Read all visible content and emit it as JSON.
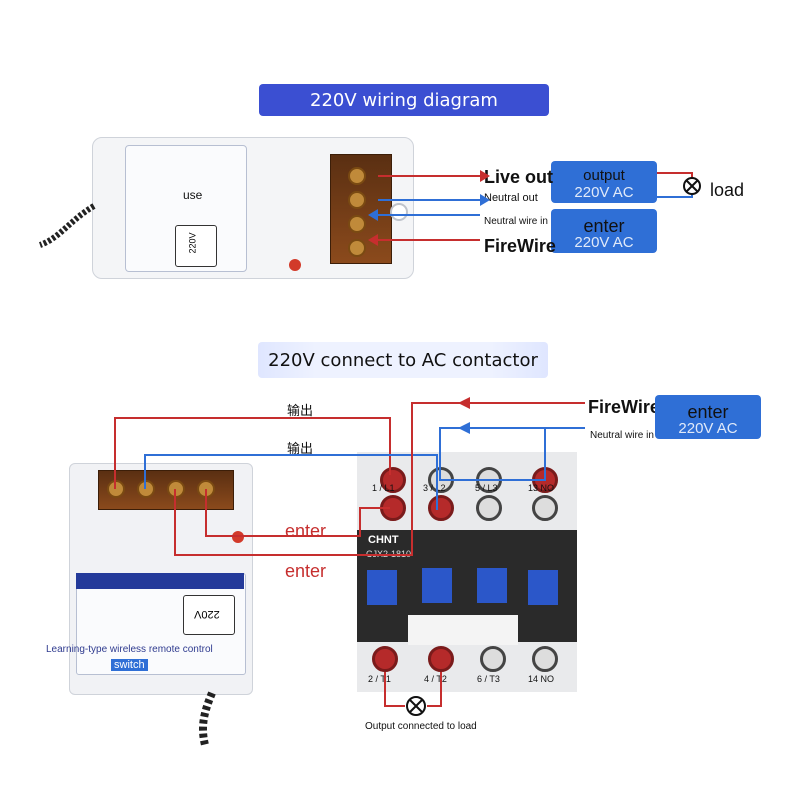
{
  "top": {
    "title": "220V wiring diagram",
    "device_use": "use",
    "device_panel_text": "220V",
    "live_out": "Live out",
    "neutral_out": "Neutral out",
    "neutral_in": "Neutral wire in",
    "firewire": "FireWire",
    "output_box": {
      "top": "output",
      "sub": "220V AC"
    },
    "enter_box": {
      "top": "enter",
      "sub": "220V AC"
    },
    "load": "load"
  },
  "bottom": {
    "title": "220V connect to AC contactor",
    "output_label_1": "输出",
    "output_label_2": "输出",
    "firewire": "FireWire",
    "neutral_in": "Neutral wire in",
    "enter_box": {
      "top": "enter",
      "sub": "220V AC"
    },
    "enter_1": "enter",
    "enter_2": "enter",
    "device_panel_text": "220V",
    "device_caption_1": "Learning-type wireless remote control",
    "device_caption_2": "switch",
    "contactor_brand": "CHNT",
    "contactor_model": "CJX2-1810",
    "terminals_top": [
      "1 / L1",
      "3 / L2",
      "5 / L3",
      "13 NO"
    ],
    "terminals_bottom": [
      "2 / T1",
      "4 / T2",
      "6 / T3",
      "14 NO"
    ],
    "load_caption": "Output connected to load"
  },
  "colors": {
    "blue": "#2f6fd6",
    "title_blue": "#3b4fd2",
    "red_wire": "#c62e2e",
    "blue_wire": "#2f6fd6"
  }
}
